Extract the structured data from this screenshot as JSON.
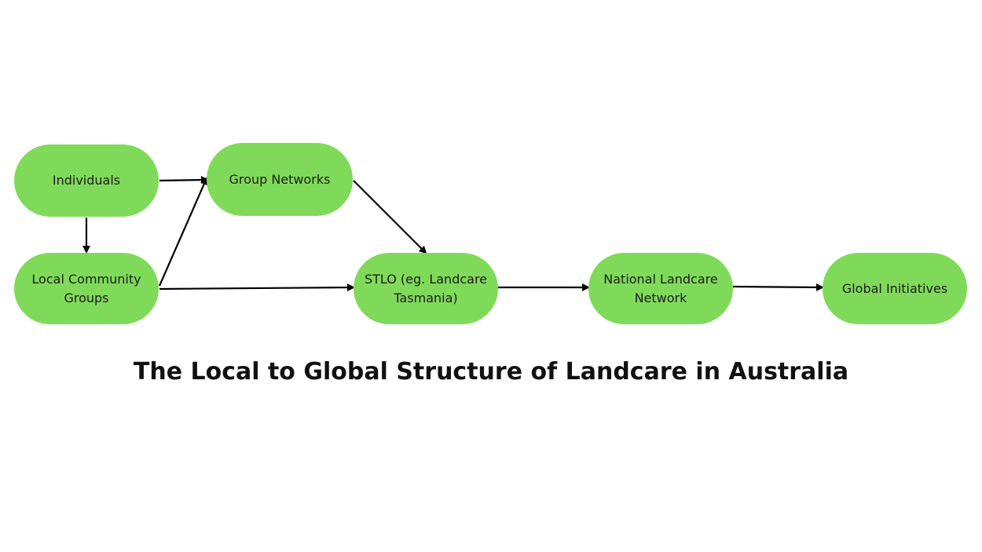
{
  "diagram": {
    "nodes": {
      "individuals": "Individuals",
      "group_networks": "Group Networks",
      "local_community_groups": "Local Community\nGroups",
      "stlo": "STLO (eg. Landcare\nTasmania)",
      "national_landcare_network": "National Landcare\nNetwork",
      "global_initiatives": "Global Initiatives"
    },
    "edges": [
      {
        "from": "individuals",
        "to": "group_networks"
      },
      {
        "from": "individuals",
        "to": "local_community_groups"
      },
      {
        "from": "local_community_groups",
        "to": "group_networks"
      },
      {
        "from": "local_community_groups",
        "to": "stlo"
      },
      {
        "from": "group_networks",
        "to": "stlo"
      },
      {
        "from": "stlo",
        "to": "national_landcare_network"
      },
      {
        "from": "national_landcare_network",
        "to": "global_initiatives"
      }
    ],
    "node_color": "#80da5a",
    "edge_color": "#000000"
  },
  "caption": "The Local to Global Structure of Landcare in Australia"
}
